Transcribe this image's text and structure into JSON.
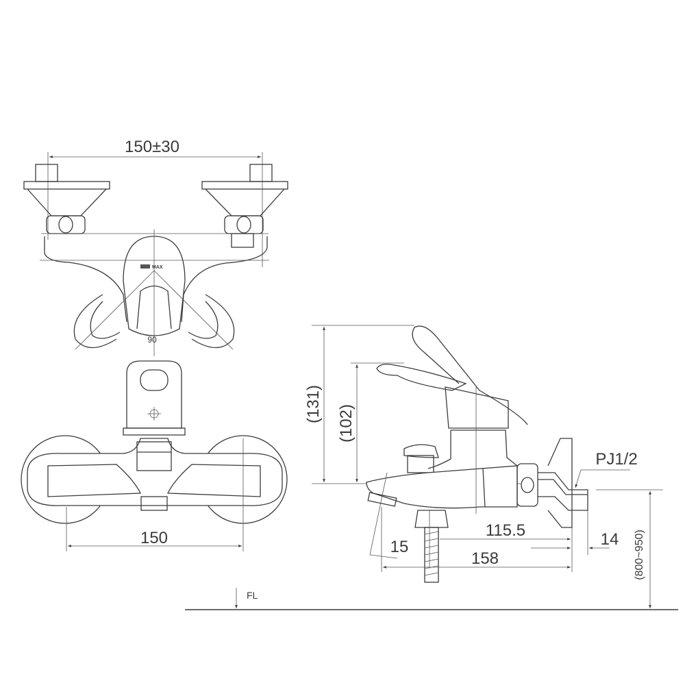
{
  "drawing": {
    "top_view": {
      "width_dim": "150±30",
      "angle_label": "90",
      "lever_mark": "MAX"
    },
    "front_view": {
      "width_dim": "150"
    },
    "side_view": {
      "height_total": "(131)",
      "height_lever": "(102)",
      "connection": "PJ1/2",
      "depth_outlet": "115.5",
      "depth_total": "158",
      "offset_spout": "15",
      "offset_wall": "14",
      "install_height": "(800~950)"
    },
    "floor_label": "FL"
  }
}
